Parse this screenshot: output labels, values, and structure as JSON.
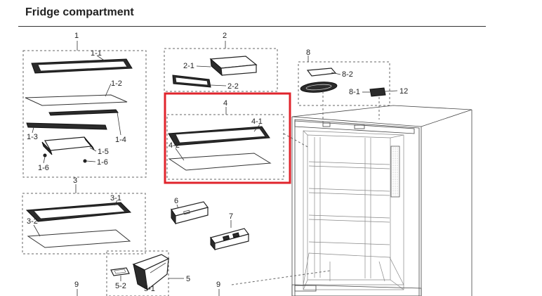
{
  "title": "Fridge compartment",
  "labels": {
    "g1": "1",
    "p1_1": "1-1",
    "p1_2": "1-2",
    "p1_3": "1-3",
    "p1_4": "1-4",
    "p1_5": "1-5",
    "p1_6a": "1-6",
    "p1_6b": "1-6",
    "g2": "2",
    "p2_1": "2-1",
    "p2_2": "2-2",
    "g3": "3",
    "p3_1": "3-1",
    "p3_2": "3-2",
    "g4": "4",
    "p4_1": "4-1",
    "p4_2": "4-2",
    "g5": "5",
    "p5_1": "5-1",
    "p5_2": "5-2",
    "g6": "6",
    "g7": "7",
    "g8": "8",
    "p8_1": "8-1",
    "p8_2": "8-2",
    "g9a": "9",
    "g9b": "9",
    "g12": "12"
  },
  "colors": {
    "highlight": "#e0242c",
    "line": "#222222"
  }
}
